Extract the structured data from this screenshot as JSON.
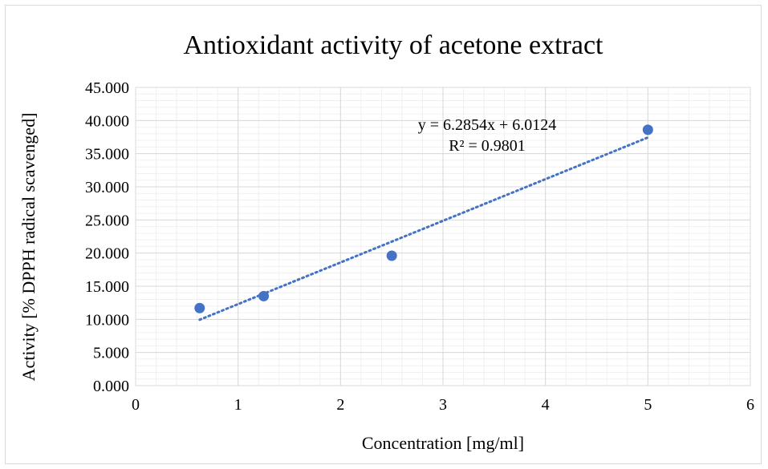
{
  "chart_data": {
    "type": "scatter",
    "title": "Antioxidant activity of acetone extract",
    "xlabel": "Concentration [mg/ml]",
    "ylabel": "Activity [% DPPH radical scavenged]",
    "xlim": [
      0,
      6
    ],
    "ylim": [
      0,
      45
    ],
    "x_ticks": [
      "0",
      "1",
      "2",
      "3",
      "4",
      "5",
      "6"
    ],
    "y_ticks": [
      "0.000",
      "5.000",
      "10.000",
      "15.000",
      "20.000",
      "25.000",
      "30.000",
      "35.000",
      "40.000",
      "45.000"
    ],
    "grid": true,
    "legend": "none",
    "series": [
      {
        "x": [
          0.625,
          1.25,
          2.5,
          5
        ],
        "y": [
          11.7,
          13.5,
          19.6,
          38.6
        ],
        "color": "#4472c4"
      }
    ],
    "trendline": {
      "kind": "linear",
      "slope": 6.2854,
      "intercept": 6.0124,
      "x_range": [
        0.625,
        5
      ],
      "equation": "y = 6.2854x + 6.0124",
      "r_squared": "R² = 0.9801",
      "color": "#4472c4"
    }
  }
}
